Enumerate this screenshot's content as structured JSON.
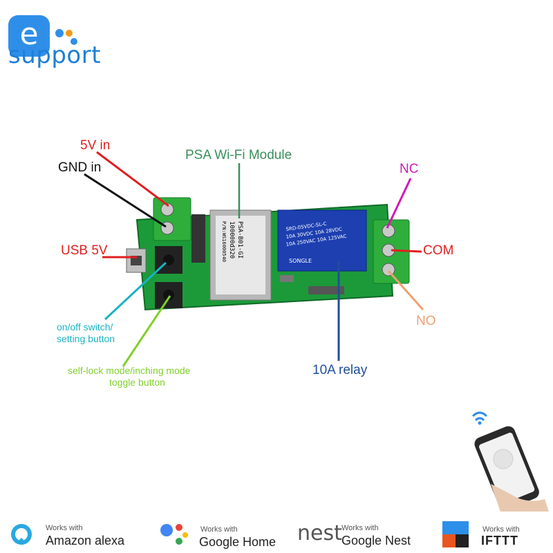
{
  "logo": {
    "mark": "e",
    "word": "support"
  },
  "labels": {
    "v5_in": "5V in",
    "gnd_in": "GND in",
    "usb_5v": "USB 5V",
    "module": "PSA Wi-Fi Module",
    "nc": "NC",
    "com": "COM",
    "no": "NO",
    "onoff_1": "on/off switch/",
    "onoff_2": "setting button",
    "selflock_1": "self-lock mode/inching mode",
    "selflock_2": "toggle button",
    "relay": "10A relay"
  },
  "board": {
    "module_text": [
      "PSA-B01-GI",
      "100000d320",
      "P/N:WS16000540"
    ],
    "relay_text": [
      "10A 250VAC 10A 125VAC",
      "10A 30VDC 10A 28VDC",
      "SRD-05VDC-SL-C"
    ],
    "relay_brand": "SONGLE"
  },
  "footer": [
    {
      "works": "Works with",
      "brand": "Amazon alexa"
    },
    {
      "works": "Works with",
      "brand": "Google Home"
    },
    {
      "works": "Works with",
      "brand": "Google Nest",
      "logo": "nest"
    },
    {
      "works": "Works with",
      "brand": "IFTTT"
    }
  ],
  "colors": {
    "red": "#e02020",
    "black": "#111111",
    "green": "#3a8f5a",
    "teal": "#19b3c2",
    "lime": "#7fd02a",
    "magenta": "#d11ab0",
    "orange": "#f0a070",
    "blue": "#1f4e9a",
    "board": "#1c9a3a"
  }
}
